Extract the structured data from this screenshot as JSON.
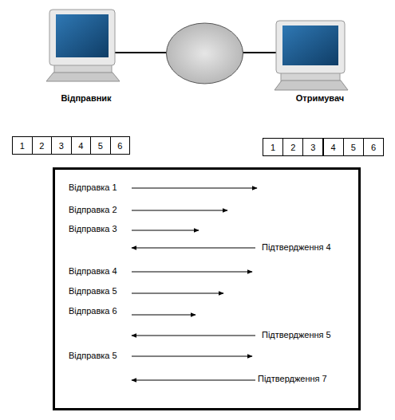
{
  "diagram": {
    "nodes": [
      {
        "text": [
          "1"
        ]
      },
      {
        "text": [
          "2"
        ]
      },
      {
        "text": [
          "3"
        ]
      },
      {
        "text": [
          "4"
        ]
      },
      {
        "text": [
          "5"
        ]
      },
      {
        "text": [
          "6"
        ]
      },
      {
        "text": [
          "1"
        ]
      },
      {
        "text": [
          "2"
        ]
      },
      {
        "text": [
          "3"
        ]
      },
      {
        "text": [
          "4"
        ]
      },
      {
        "text": [
          "5"
        ]
      },
      {
        "text": [
          "6"
        ]
      },
      {
        "text": [
          "Відправка 1",
          "Відправка 2",
          "Відправка 3",
          "Підтвердження 4",
          "Відправка 4",
          "Відправка 5",
          "Відправка 6",
          "Підтвердження 5",
          "Відправка 5",
          "Підтвердження 7"
        ]
      }
    ],
    "labels": [
      "Відправник",
      "Отримувач"
    ]
  }
}
